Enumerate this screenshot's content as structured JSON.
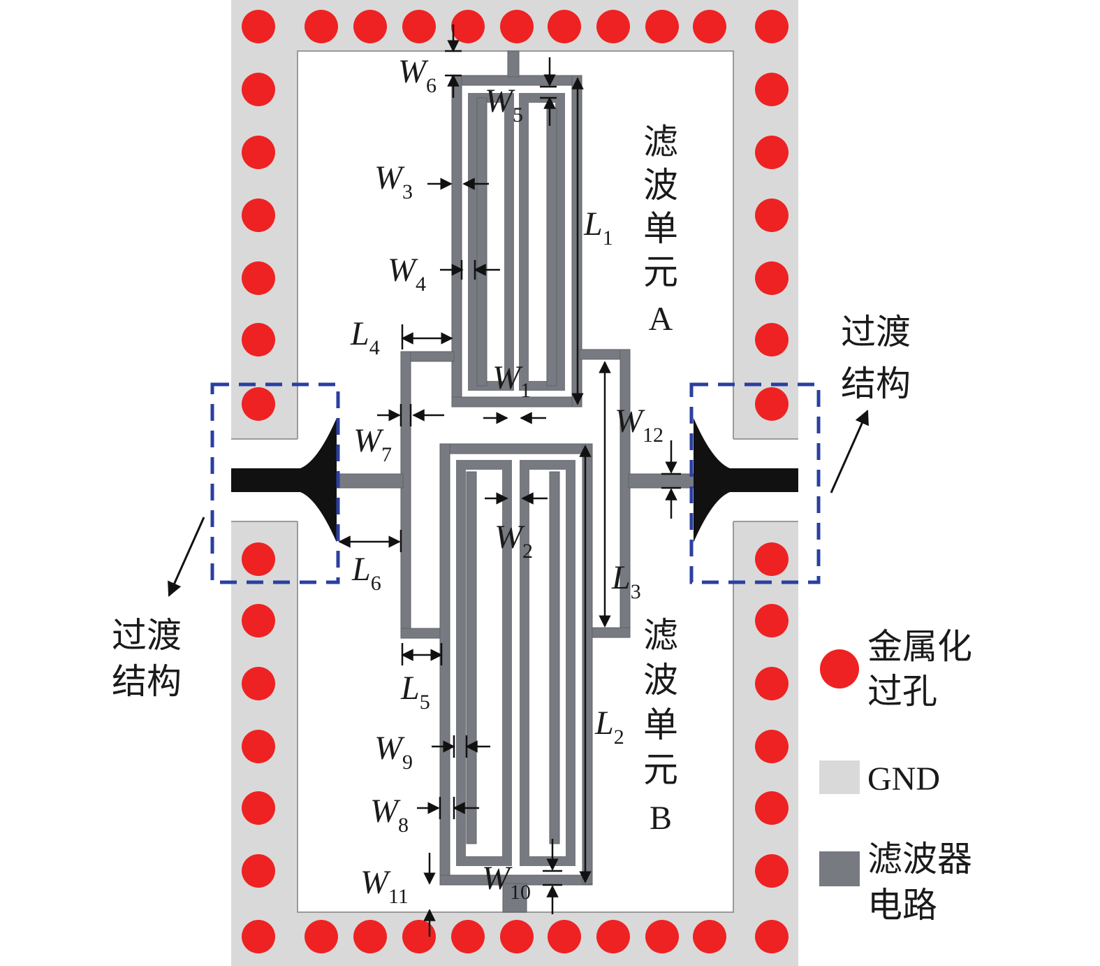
{
  "colors": {
    "gnd": "#d9d9d9",
    "substrate": "#ffffff",
    "circuit": "#777a80",
    "via": "#ee2222",
    "taper": "#111111",
    "dashed_box": "#2b3fa0",
    "arrow": "#111111"
  },
  "labels": {
    "unit_a": [
      "滤",
      "波",
      "单",
      "元",
      "A"
    ],
    "unit_b": [
      "滤",
      "波",
      "单",
      "元",
      "B"
    ],
    "transition_right": [
      "过渡",
      "结构"
    ],
    "transition_left": [
      "过渡",
      "结构"
    ]
  },
  "dimensions": {
    "W1": {
      "main": "W",
      "sub": "1"
    },
    "W2": {
      "main": "W",
      "sub": "2"
    },
    "W3": {
      "main": "W",
      "sub": "3"
    },
    "W4": {
      "main": "W",
      "sub": "4"
    },
    "W5": {
      "main": "W",
      "sub": "5"
    },
    "W6": {
      "main": "W",
      "sub": "6"
    },
    "W7": {
      "main": "W",
      "sub": "7"
    },
    "W8": {
      "main": "W",
      "sub": "8"
    },
    "W9": {
      "main": "W",
      "sub": "9"
    },
    "W10": {
      "main": "W",
      "sub": "10"
    },
    "W11": {
      "main": "W",
      "sub": "11"
    },
    "W12": {
      "main": "W",
      "sub": "12"
    },
    "L1": {
      "main": "L",
      "sub": "1"
    },
    "L2": {
      "main": "L",
      "sub": "2"
    },
    "L3": {
      "main": "L",
      "sub": "3"
    },
    "L4": {
      "main": "L",
      "sub": "4"
    },
    "L5": {
      "main": "L",
      "sub": "5"
    },
    "L6": {
      "main": "L",
      "sub": "6"
    }
  },
  "legend": [
    {
      "icon": "via-circle-icon",
      "lines": [
        "金属化",
        "过孔"
      ]
    },
    {
      "icon": "gnd-swatch-icon",
      "lines": [
        "GND"
      ]
    },
    {
      "icon": "circuit-swatch-icon",
      "lines": [
        "滤波器",
        "电路"
      ]
    }
  ]
}
